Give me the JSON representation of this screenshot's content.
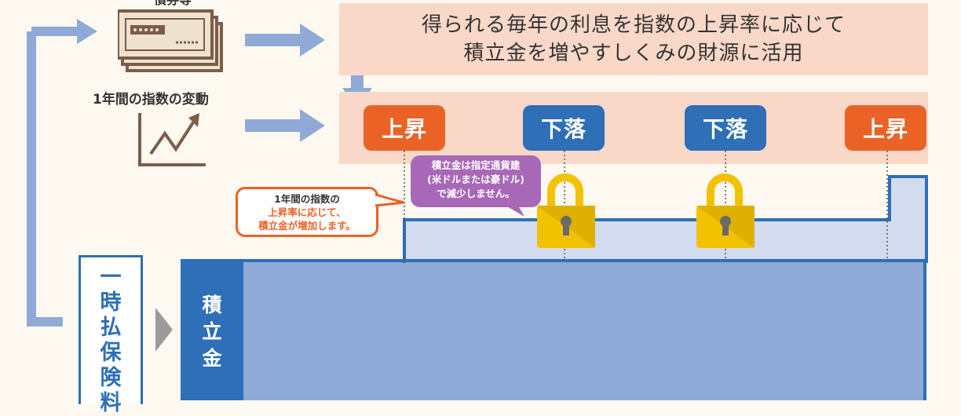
{
  "bond_label": "債券等",
  "index_label": "1年間の指数の変動",
  "banner_lines": [
    "得られる毎年の利息を指数の上昇率に応じて",
    "積立金を増やすしくみの財源に活用"
  ],
  "badges": [
    "上昇",
    "下落",
    "下落",
    "上昇"
  ],
  "callout_increase": [
    "1年間の指数の",
    "上昇率に応じて、",
    "積立金が増加します。"
  ],
  "callout_decrease": [
    "積立金は指定通貨建",
    "(米ドルまたは豪ドル)",
    "で減少しません。"
  ],
  "reserve_label": [
    "積",
    "立",
    "金"
  ],
  "premium_label": [
    "一",
    "時",
    "払",
    "保",
    "険",
    "料"
  ],
  "colors": {
    "orange": "#ea6226",
    "blue": "#2e6fb7",
    "purple": "#a868b8",
    "lock": "#f2c200"
  }
}
